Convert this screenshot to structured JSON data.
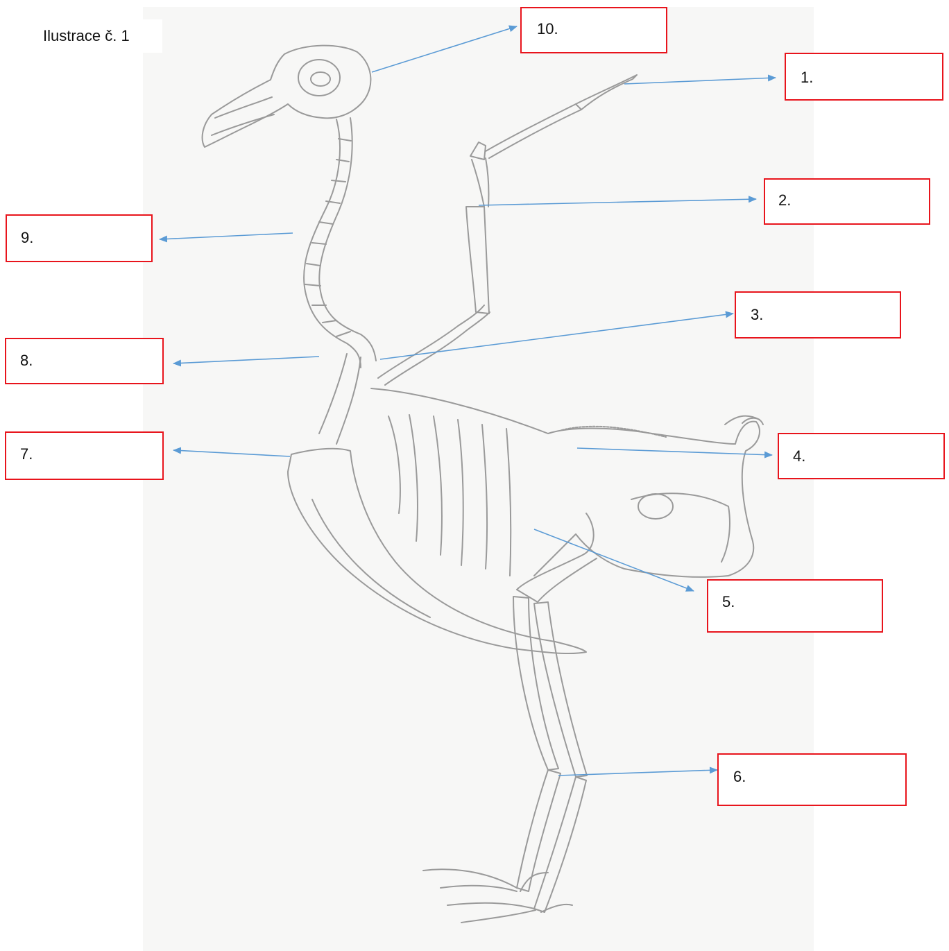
{
  "caption": "Ilustrace č. 1",
  "labels": [
    {
      "num": "1."
    },
    {
      "num": "2."
    },
    {
      "num": "3."
    },
    {
      "num": "4."
    },
    {
      "num": "5."
    },
    {
      "num": "6."
    },
    {
      "num": "7."
    },
    {
      "num": "8."
    },
    {
      "num": "9."
    },
    {
      "num": "10."
    }
  ],
  "colors": {
    "arrow": "#5b9bd5",
    "box_border": "#e8141c",
    "bone_line": "#8a8a8a"
  }
}
